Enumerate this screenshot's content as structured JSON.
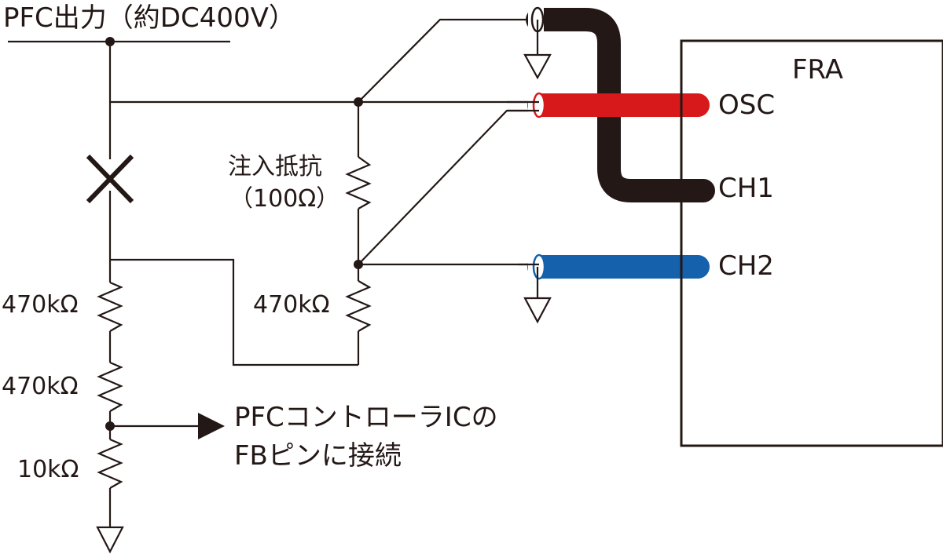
{
  "title": "PFC出力（約DC400V）",
  "components": {
    "injection_resistor_label": "注入抵抗",
    "injection_resistor_value": "（100Ω）",
    "divider_r1": "470kΩ",
    "divider_r2": "470kΩ",
    "divider_r3": "10kΩ",
    "bias_resistor": "470kΩ",
    "fb_label_line1": "PFCコントローラICの",
    "fb_label_line2": "FBピンに接続"
  },
  "fra": {
    "title": "FRA",
    "ports": [
      {
        "label": "OSC",
        "cable_color": "#d7191b"
      },
      {
        "label": "CH1",
        "cable_color": "#231815"
      },
      {
        "label": "CH2",
        "cable_color": "#1561ab"
      }
    ]
  },
  "colors": {
    "line": "#231815",
    "osc_cable": "#d7191b",
    "ch1_cable": "#231815",
    "ch2_cable": "#1561ab"
  }
}
